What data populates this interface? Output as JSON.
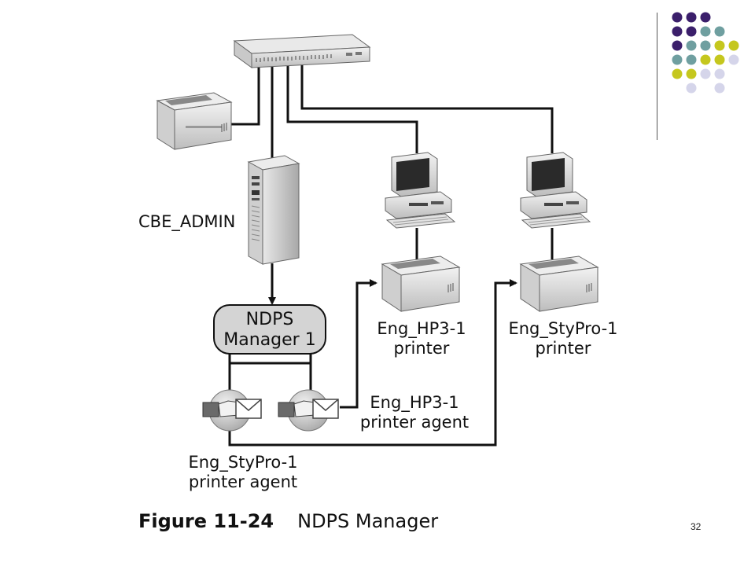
{
  "diagram": {
    "server_label": "CBE_ADMIN",
    "manager_label_line1": "NDPS",
    "manager_label_line2": "Manager 1",
    "hp_printer_line1": "Eng_HP3-1",
    "hp_printer_line2": "printer",
    "stypro_printer_line1": "Eng_StyPro-1",
    "stypro_printer_line2": "printer",
    "hp_agent_line1": "Eng_HP3-1",
    "hp_agent_line2": "printer agent",
    "stypro_agent_line1": "Eng_StyPro-1",
    "stypro_agent_line2": "printer agent"
  },
  "caption": {
    "figure_number": "Figure 11-24",
    "figure_title": "NDPS Manager"
  },
  "slide": {
    "page_number": "32"
  },
  "decoration": {
    "dot_colors": {
      "purple": "#3b1f6b",
      "teal": "#6f9fa0",
      "olive": "#c5c71e",
      "lavender": "#d5d5ea"
    },
    "dot_grid": [
      [
        "purple",
        "purple",
        "purple",
        "",
        ""
      ],
      [
        "purple",
        "purple",
        "teal",
        "teal",
        ""
      ],
      [
        "purple",
        "teal",
        "teal",
        "olive",
        "olive"
      ],
      [
        "teal",
        "teal",
        "olive",
        "olive",
        "lavender"
      ],
      [
        "olive",
        "olive",
        "lavender",
        "lavender",
        ""
      ],
      [
        "",
        "lavender",
        "",
        "lavender",
        ""
      ]
    ]
  }
}
